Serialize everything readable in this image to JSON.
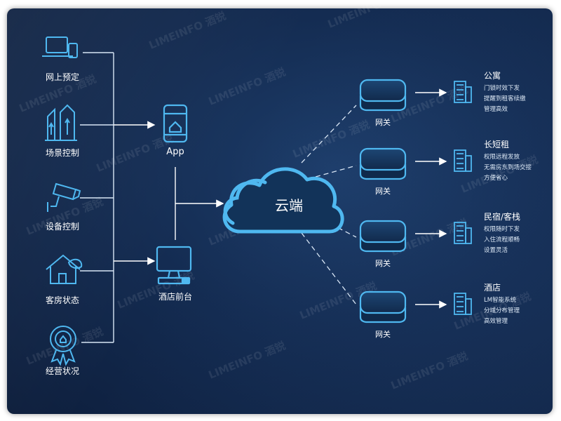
{
  "left_items": [
    {
      "label": "网上预定",
      "icon": "laptop-phone-icon"
    },
    {
      "label": "场景控制",
      "icon": "building-arrows-icon"
    },
    {
      "label": "设备控制",
      "icon": "camera-icon"
    },
    {
      "label": "客房状态",
      "icon": "house-leaf-icon"
    },
    {
      "label": "经营状况",
      "icon": "award-ribbon-icon"
    }
  ],
  "middle": {
    "app_label": "App",
    "front_desk_label": "酒店前台"
  },
  "cloud_label": "云端",
  "gateways": [
    {
      "label": "网关"
    },
    {
      "label": "网关"
    },
    {
      "label": "网关"
    },
    {
      "label": "网关"
    }
  ],
  "destinations": [
    {
      "title": "公寓",
      "lines": [
        "门锁时效下发",
        "提醒到租客续缴",
        "管理高效"
      ]
    },
    {
      "title": "长短租",
      "lines": [
        "权限远程发放",
        "无需房东到场交接",
        "方便省心"
      ]
    },
    {
      "title": "民宿/客栈",
      "lines": [
        "权限随时下发",
        "入住流程顺畅",
        "设置灵活"
      ]
    },
    {
      "title": "酒店",
      "lines": [
        "LM智能系统",
        "分域分布管理",
        "高效管理"
      ]
    }
  ],
  "watermark": "LIMEINFO 酒锐",
  "colors": {
    "accent": "#4fb8f0",
    "line": "#d8e6f5",
    "text": "#ffffff"
  }
}
